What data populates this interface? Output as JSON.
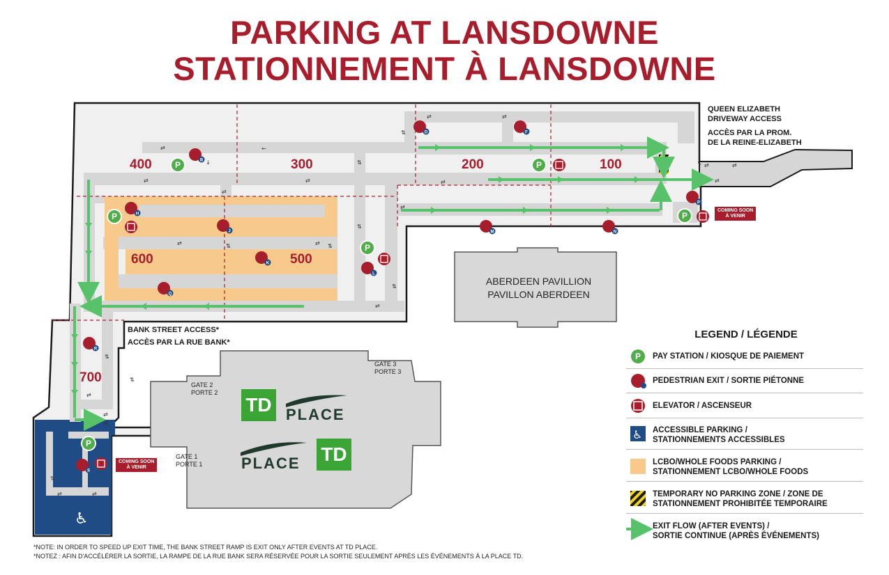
{
  "title": {
    "line1": "PARKING AT LANSDOWNE",
    "line2": "STATIONNEMENT À LANSDOWNE"
  },
  "zones": [
    "400",
    "300",
    "200",
    "100",
    "600",
    "500",
    "700"
  ],
  "access": {
    "queen_elizabeth_en": "QUEEN ELIZABETH",
    "queen_elizabeth_en2": "DRIVEWAY ACCESS",
    "queen_elizabeth_fr": "ACCÈS PAR LA PROM.",
    "queen_elizabeth_fr2": "DE LA REINE-ELIZABETH",
    "bank_en": "BANK STREET ACCESS*",
    "bank_fr": "ACCÈS PAR LA RUE BANK*"
  },
  "pavilion": {
    "en": "ABERDEEN PAVILLION",
    "fr": "PAVILLON ABERDEEN"
  },
  "gates": {
    "gate1": "GATE 1",
    "porte1": "PORTE 1",
    "gate2": "GATE 2",
    "porte2": "PORTE 2",
    "gate3": "GATE 3",
    "porte3": "PORTE 3"
  },
  "td_place": {
    "td": "TD",
    "place": "PLACE"
  },
  "coming_soon": {
    "line1": "COMING SOON",
    "line2": "À VENIR"
  },
  "exit_letters": [
    "B",
    "D",
    "F",
    "H",
    "J",
    "K",
    "L",
    "M",
    "N",
    "P",
    "Q",
    "R",
    "S"
  ],
  "legend": {
    "title": "LEGEND / LÉGENDE",
    "items": [
      {
        "icon": "pay-station-icon",
        "line1": "PAY STATION / KIOSQUE DE PAIEMENT",
        "line2": ""
      },
      {
        "icon": "pedestrian-exit-icon",
        "line1": "PEDESTRIAN EXIT / SORTIE PIÉTONNE",
        "line2": ""
      },
      {
        "icon": "elevator-icon",
        "line1": "ELEVATOR / ASCENSEUR",
        "line2": ""
      },
      {
        "icon": "accessible-parking-icon",
        "line1": "ACCESSIBLE PARKING /",
        "line2": "STATIONNEMENTS ACCESSIBLES"
      },
      {
        "icon": "lcbo-parking-swatch",
        "line1": "LCBO/WHOLE FOODS PARKING /",
        "line2": "STATIONNEMENT LCBO/WHOLE FOODS"
      },
      {
        "icon": "no-parking-zone-swatch",
        "line1": "TEMPORARY NO PARKING ZONE / ZONE DE",
        "line2": "STATIONNEMENT PROHIBITÉE TEMPORAIRE"
      },
      {
        "icon": "exit-flow-arrow-icon",
        "line1": "EXIT FLOW (AFTER EVENTS) /",
        "line2": "SORTIE CONTINUE (APRÈS ÉVÉNEMENTS)"
      }
    ]
  },
  "notes": {
    "en": "*NOTE: IN ORDER TO SPEED UP EXIT TIME, THE BANK STREET RAMP IS EXIT ONLY AFTER EVENTS AT TD PLACE.",
    "fr": "*NOTEZ : AFIN D'ACCÉLÉRER LA SORTIE, LA RAMPE DE LA RUE BANK SERA RÉSERVÉE POUR LA SORTIE SEULEMENT APRÈS LES ÉVÉNEMENTS À LA PLACE TD."
  },
  "colors": {
    "brand_red": "#a81d2c",
    "exit_green": "#57c26a",
    "pay_green": "#4fae4a",
    "lcbo_orange": "#f7c98a",
    "accessible_blue": "#1f4c85",
    "road_grey": "#d6d6d6",
    "lot_fill": "#f0f0f0"
  }
}
